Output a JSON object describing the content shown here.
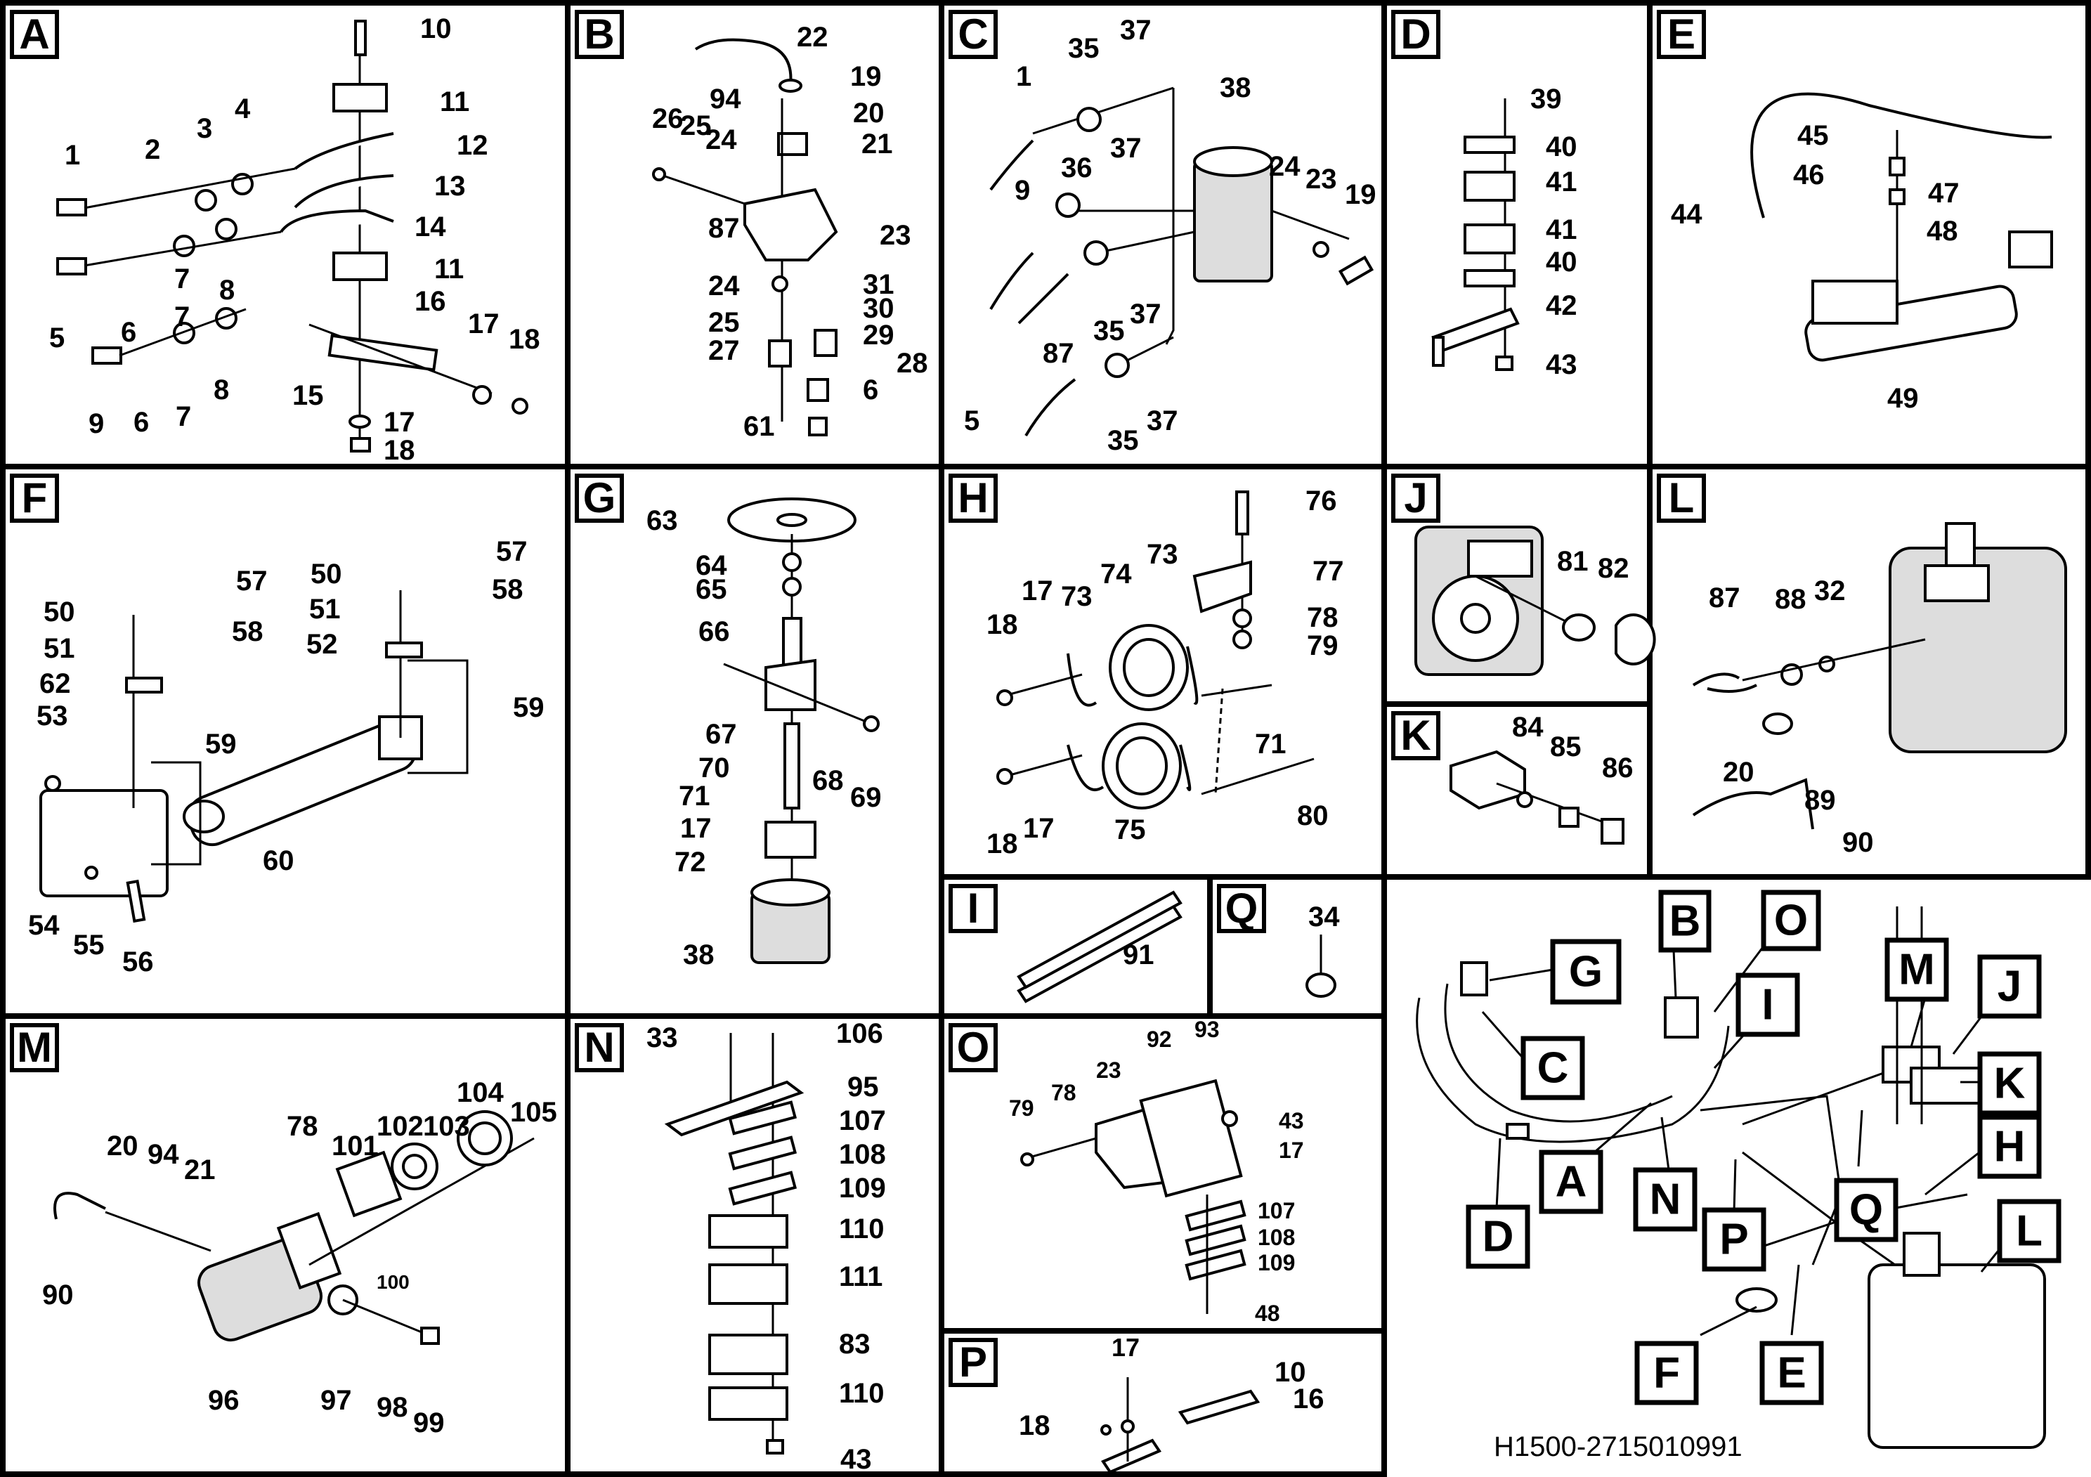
{
  "panels": {
    "A": {
      "label": "A",
      "callouts": [
        "10",
        "11",
        "12",
        "13",
        "14",
        "11",
        "16",
        "17",
        "18",
        "1",
        "2",
        "3",
        "4",
        "5",
        "6",
        "7",
        "8",
        "7",
        "8",
        "9",
        "6",
        "7",
        "8",
        "15",
        "17",
        "18"
      ]
    },
    "B": {
      "label": "B",
      "callouts": [
        "22",
        "19",
        "94",
        "20",
        "21",
        "26",
        "25",
        "24",
        "87",
        "23",
        "24",
        "31",
        "25",
        "30",
        "27",
        "29",
        "28",
        "6",
        "61"
      ]
    },
    "C": {
      "label": "C",
      "callouts": [
        "35",
        "37",
        "38",
        "1",
        "9",
        "36",
        "37",
        "24",
        "23",
        "19",
        "87",
        "35",
        "37",
        "5",
        "35",
        "37"
      ]
    },
    "D": {
      "label": "D",
      "callouts": [
        "39",
        "40",
        "41",
        "41",
        "40",
        "42",
        "43"
      ]
    },
    "E": {
      "label": "E",
      "callouts": [
        "45",
        "46",
        "47",
        "44",
        "48",
        "49"
      ]
    },
    "F": {
      "label": "F",
      "callouts": [
        "57",
        "58",
        "50",
        "57",
        "51",
        "58",
        "52",
        "50",
        "51",
        "62",
        "59",
        "53",
        "59",
        "60",
        "54",
        "55",
        "56"
      ]
    },
    "G": {
      "label": "G",
      "callouts": [
        "63",
        "64",
        "65",
        "66",
        "67",
        "68",
        "69",
        "70",
        "71",
        "17",
        "72",
        "38"
      ]
    },
    "H": {
      "label": "H",
      "callouts": [
        "76",
        "73",
        "77",
        "17",
        "73",
        "74",
        "78",
        "18",
        "79",
        "71",
        "18",
        "17",
        "75",
        "80"
      ]
    },
    "J": {
      "label": "J",
      "callouts": [
        "81",
        "82"
      ]
    },
    "L": {
      "label": "L",
      "callouts": [
        "87",
        "88",
        "32",
        "20",
        "89",
        "90"
      ]
    },
    "K": {
      "label": "K",
      "callouts": [
        "84",
        "85",
        "86"
      ]
    },
    "I": {
      "label": "I",
      "callouts": [
        "91"
      ]
    },
    "Q": {
      "label": "Q",
      "callouts": [
        "34"
      ]
    },
    "M": {
      "label": "M",
      "callouts": [
        "20",
        "94",
        "21",
        "78",
        "101",
        "102",
        "103",
        "104",
        "105",
        "90",
        "100",
        "96",
        "97",
        "98",
        "99"
      ]
    },
    "N": {
      "label": "N",
      "callouts": [
        "33",
        "106",
        "95",
        "107",
        "108",
        "109",
        "110",
        "111",
        "83",
        "110",
        "43"
      ]
    },
    "O": {
      "label": "O",
      "callouts": [
        "93",
        "92",
        "23",
        "79",
        "78",
        "43",
        "17",
        "107",
        "108",
        "109",
        "48"
      ]
    },
    "P": {
      "label": "P",
      "callouts": [
        "17",
        "10",
        "18",
        "16"
      ]
    }
  },
  "overview": {
    "callouts": [
      "B",
      "O",
      "G",
      "I",
      "M",
      "J",
      "C",
      "K",
      "H",
      "A",
      "N",
      "Q",
      "D",
      "P",
      "L",
      "F",
      "E"
    ]
  },
  "drawing_reference": "H1500-2715010991"
}
